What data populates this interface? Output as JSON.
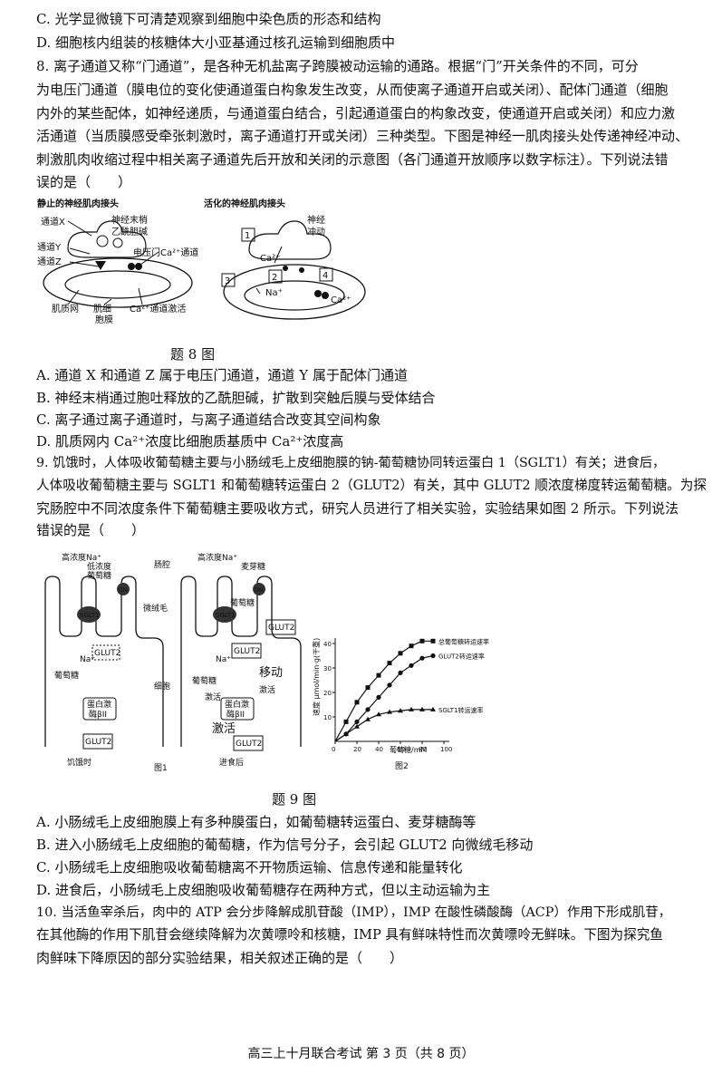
{
  "q7": {
    "C": "C. 光学显微镜下可清楚观察到细胞中染色质的形态和结构",
    "D": "D. 细胞核内组装的核糖体大小亚基通过核孔运输到细胞质中"
  },
  "q8": {
    "stem": [
      "8. 离子通道又称“门通道”，是各种无机盐离子跨膜被动运输的通路。根据“门”开关条件的不同，可分",
      "为电压门通道（膜电位的变化使通道蛋白构象发生改变，从而使离子通道开启或关闭）、配体门通道（细胞",
      "内外的某些配体，如神经递质，与通道蛋白结合，引起通道蛋白的构象改变，使通道开启或关闭）和应力激",
      "活通道（当质膜感受牵张刺激时，离子通道打开或关闭）三种类型。下图是神经一肌肉接头处传递神经冲动、",
      "刺激肌肉收缩过程中相关离子通道先后开放和关闭的示意图（各门通道开放顺序以数字标注）。下列说法错",
      "误的是（　　）"
    ],
    "figure": {
      "left_title": "静止的神经肌肉接头",
      "right_title": "活化的神经肌肉接头",
      "labels": {
        "channel_x": "通道X",
        "nerve_ending": "神经末梢",
        "ach": "乙酰胆碱",
        "channel_y": "通道Y",
        "voltage_ca": "电压门Ca²⁺通道",
        "channel_z": "通道Z",
        "sr": "肌质网",
        "sarcolemma_1": "肌细",
        "sarcolemma_2": "胞膜",
        "ca_activation": "Ca²⁺通道激活",
        "nerve_impulse_1": "神经",
        "nerve_impulse_2": "冲动",
        "ca_ion": "Ca²⁺",
        "na_ion": "Na⁺",
        "ca_ion2": "Ca²⁺",
        "n1": "1",
        "n2": "2",
        "n3": "3",
        "n4": "4"
      },
      "caption": "题 8 图"
    },
    "options": {
      "A": "A. 通道 X 和通道 Z 属于电压门通道，通道 Y 属于配体门通道",
      "B": "B. 神经末梢通过胞吐释放的乙酰胆碱，扩散到突触后膜与受体结合",
      "C": "C. 离子通过离子通道时，与离子通道结合改变其空间构象",
      "D": "D. 肌质网内 Ca²⁺浓度比细胞质基质中 Ca²⁺浓度高"
    }
  },
  "q9": {
    "stem": [
      "9. 饥饿时，人体吸收葡萄糖主要与小肠绒毛上皮细胞膜的钠-葡萄糖协同转运蛋白 1（SGLT1）有关；进食后，",
      "人体吸收葡萄糖主要与 SGLT1 和葡萄糖转运蛋白 2（GLUT2）有关，其中 GLUT2 顺浓度梯度转运葡萄糖。为探",
      "究肠腔中不同浓度条件下葡萄糖主要吸收方式，研究人员进行了相关实验，实验结果如图 2 所示。下列说法",
      "错误的是（　　）"
    ],
    "fig1": {
      "high_na_1": "高浓度Na⁺",
      "low_glucose_1": "低浓度",
      "low_glucose_2": "葡萄糖",
      "lumen": "肠腔",
      "sglt1": "SGLT1",
      "dm": "DM",
      "microvilli": "微绒毛",
      "glut2": "GLUT2",
      "na": "Na⁺",
      "glucose": "葡萄糖",
      "cell": "细胞",
      "pkc_1": "蛋白激",
      "pkc_2": "酶βII",
      "fasting": "饥饿时",
      "high_na_2": "高浓度Na⁺",
      "maltose": "麦芽糖",
      "move": "移动",
      "activate": "激活",
      "activate2": "激活",
      "fed": "进食后",
      "caption": "图1"
    },
    "chart_data": {
      "type": "line",
      "xlabel": "葡萄糖/mM",
      "ylabel": "速度 μmol/min·g(干重)",
      "xlim": [
        0,
        100
      ],
      "ylim": [
        0,
        40
      ],
      "x_ticks": [
        0,
        20,
        40,
        60,
        80,
        100
      ],
      "y_ticks": [
        10,
        20,
        30,
        40
      ],
      "grid": false,
      "caption": "图2",
      "series": [
        {
          "name": "总葡萄糖转运速率",
          "marker": "square",
          "x": [
            0,
            10,
            20,
            30,
            40,
            50,
            60,
            70,
            80,
            90
          ],
          "y": [
            0,
            8,
            16,
            22,
            27,
            32,
            36,
            39,
            41,
            41
          ]
        },
        {
          "name": "GLUT2转运速率",
          "marker": "circle",
          "x": [
            0,
            10,
            20,
            30,
            40,
            50,
            60,
            70,
            80,
            90
          ],
          "y": [
            0,
            3,
            8,
            13,
            18,
            23,
            28,
            31,
            34,
            35
          ]
        },
        {
          "name": "SGLT1转运速率",
          "marker": "triangle",
          "x": [
            0,
            10,
            20,
            30,
            40,
            50,
            60,
            70,
            80,
            90
          ],
          "y": [
            0,
            3,
            6,
            9,
            11,
            12,
            12.5,
            13,
            13,
            13
          ]
        }
      ]
    },
    "caption": "题 9 图",
    "options": {
      "A": "A. 小肠绒毛上皮细胞膜上有多种膜蛋白，如葡萄糖转运蛋白、麦芽糖酶等",
      "B": "B. 进入小肠绒毛上皮细胞的葡萄糖，作为信号分子，会引起 GLUT2 向微绒毛移动",
      "C": "C. 小肠绒毛上皮细胞吸收葡萄糖离不开物质运输、信息传递和能量转化",
      "D": "D. 进食后，小肠绒毛上皮细胞吸收葡萄糖存在两种方式，但以主动运输为主"
    }
  },
  "q10": {
    "stem": [
      "10. 当活鱼宰杀后，肉中的 ATP 会分步降解成肌苷酸（IMP），IMP 在酸性磷酸酶（ACP）作用下形成肌苷，",
      "在其他酶的作用下肌苷会继续降解为次黄嘌呤和核糖，IMP 具有鲜味特性而次黄嘌呤无鲜味。下图为探究鱼",
      "肉鲜味下降原因的部分实验结果，相关叙述正确的是（　　）"
    ]
  },
  "footer": "高三上十月联合考试 第 3 页（共 8 页）"
}
